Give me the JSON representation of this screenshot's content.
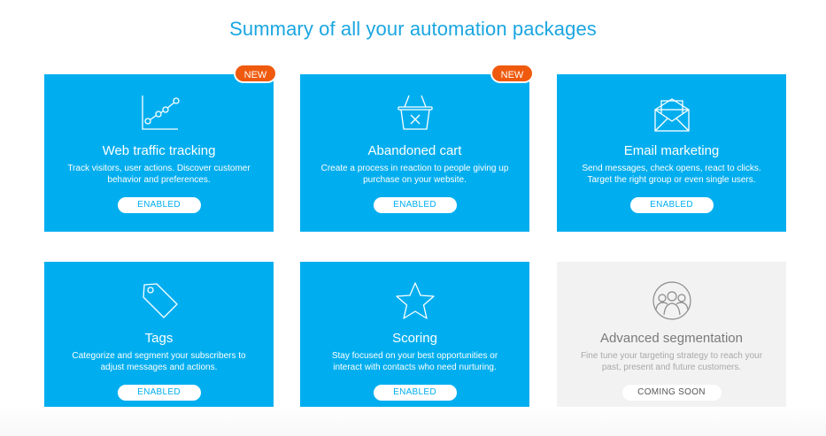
{
  "page": {
    "title": "Summary of all your automation packages"
  },
  "colors": {
    "card_blue": "#00aeef",
    "badge_orange": "#ef5a0e",
    "disabled_gray": "#f2f2f2",
    "title_blue": "#1aa6e1"
  },
  "cards": [
    {
      "title": "Web traffic tracking",
      "description": "Track visitors, user actions. Discover customer behavior and preferences.",
      "status": "ENABLED",
      "badge": "NEW",
      "icon": "line-chart-icon"
    },
    {
      "title": "Abandoned cart",
      "description": "Create a process in reaction to people giving up purchase on your website.",
      "status": "ENABLED",
      "badge": "NEW",
      "icon": "basket-icon"
    },
    {
      "title": "Email marketing",
      "description": "Send messages, check opens, react to clicks. Target the right group or even single users.",
      "status": "ENABLED",
      "icon": "envelope-icon"
    },
    {
      "title": "Tags",
      "description": "Categorize and segment your subscribers to adjust messages and actions.",
      "status": "ENABLED",
      "icon": "tag-icon"
    },
    {
      "title": "Scoring",
      "description": "Stay focused on your best opportunities or interact with contacts who need nurturing.",
      "status": "ENABLED",
      "icon": "star-icon"
    },
    {
      "title": "Advanced segmentation",
      "description": "Fine tune your targeting strategy to reach your past, present and future customers.",
      "status": "COMING SOON",
      "icon": "people-group-icon"
    }
  ]
}
